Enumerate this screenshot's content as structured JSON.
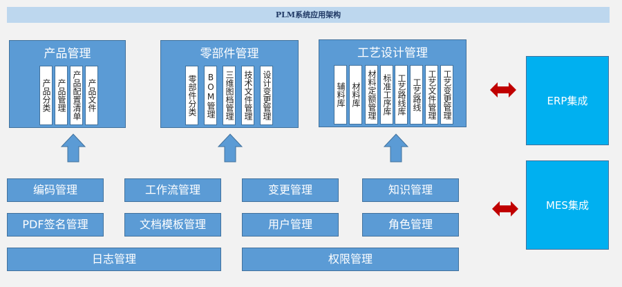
{
  "title": "PLM系统应用架构",
  "modules": [
    {
      "title": "产品管理",
      "items": [
        "产品分类",
        "产品管理",
        "产品配置清单",
        "产品文件"
      ]
    },
    {
      "title": "零部件管理",
      "items": [
        "零部件分类",
        "BOM管理",
        "三维图档管理",
        "技术文件管理",
        "设计变更管理"
      ]
    },
    {
      "title": "工艺设计管理",
      "items": [
        "辅料库",
        "材料库",
        "材料定额管理",
        "标准工序库",
        "工艺路线库",
        "工艺路线",
        "工艺文件管理",
        "工艺变更管理"
      ]
    }
  ],
  "base": {
    "row1": [
      "编码管理",
      "工作流管理",
      "变更管理",
      "知识管理"
    ],
    "row2": [
      "PDF签名管理",
      "文档模板管理",
      "用户管理",
      "角色管理"
    ],
    "row3": [
      "日志管理",
      "权限管理"
    ]
  },
  "integrations": [
    "ERP集成",
    "MES集成"
  ],
  "colors": {
    "module": "#5b9bd5",
    "integration": "#00b0f0",
    "arrow_up": "#5b9bd5",
    "arrow_link": "#c00000",
    "title_bar": "#bdd7ee"
  }
}
